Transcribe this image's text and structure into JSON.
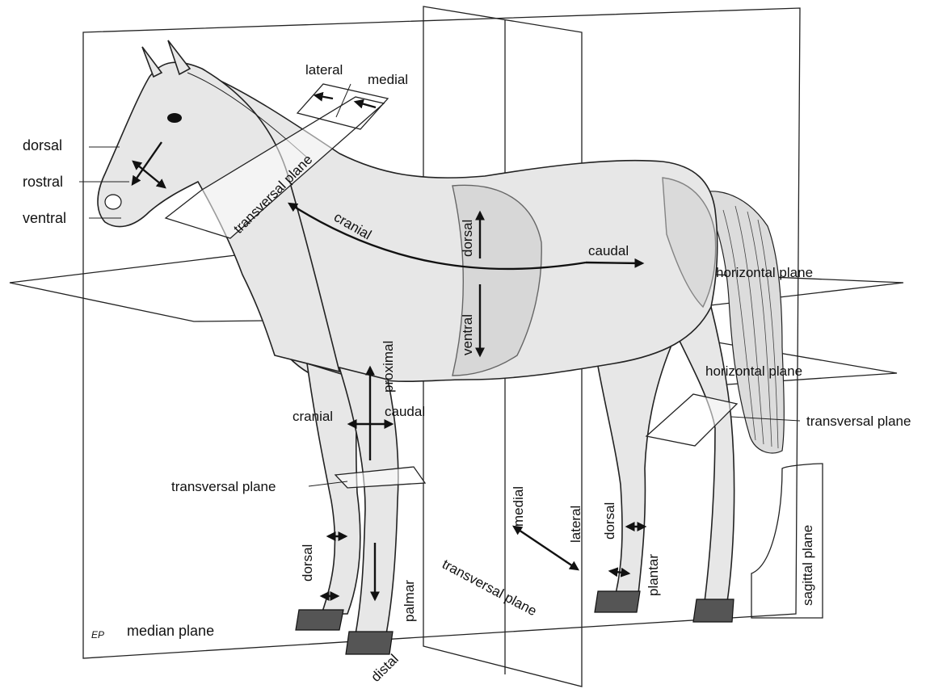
{
  "labels": {
    "dorsal_head": "dorsal",
    "rostral": "rostral",
    "ventral_head": "ventral",
    "lateral_top": "lateral",
    "medial_top": "medial",
    "transversal_neck": "transversal plane",
    "cranial_body": "cranial",
    "dorsal_body": "dorsal",
    "caudal_body": "caudal",
    "ventral_body": "ventral",
    "horizontal_plane_1": "horizontal plane",
    "horizontal_plane_2": "horizontal plane",
    "transversal_hind": "transversal plane",
    "proximal": "proximal",
    "cranial_leg": "cranial",
    "caudal_leg": "caudal",
    "transversal_fore": "transversal plane",
    "dorsal_fore": "dorsal",
    "palmar": "palmar",
    "distal": "distal",
    "medial_mid": "medial",
    "lateral_mid": "lateral",
    "transversal_bottom": "transversal plane",
    "dorsal_hind": "dorsal",
    "plantar": "plantar",
    "sagittal_plane": "sagittal plane",
    "median_plane": "median plane",
    "signature": "EP"
  }
}
